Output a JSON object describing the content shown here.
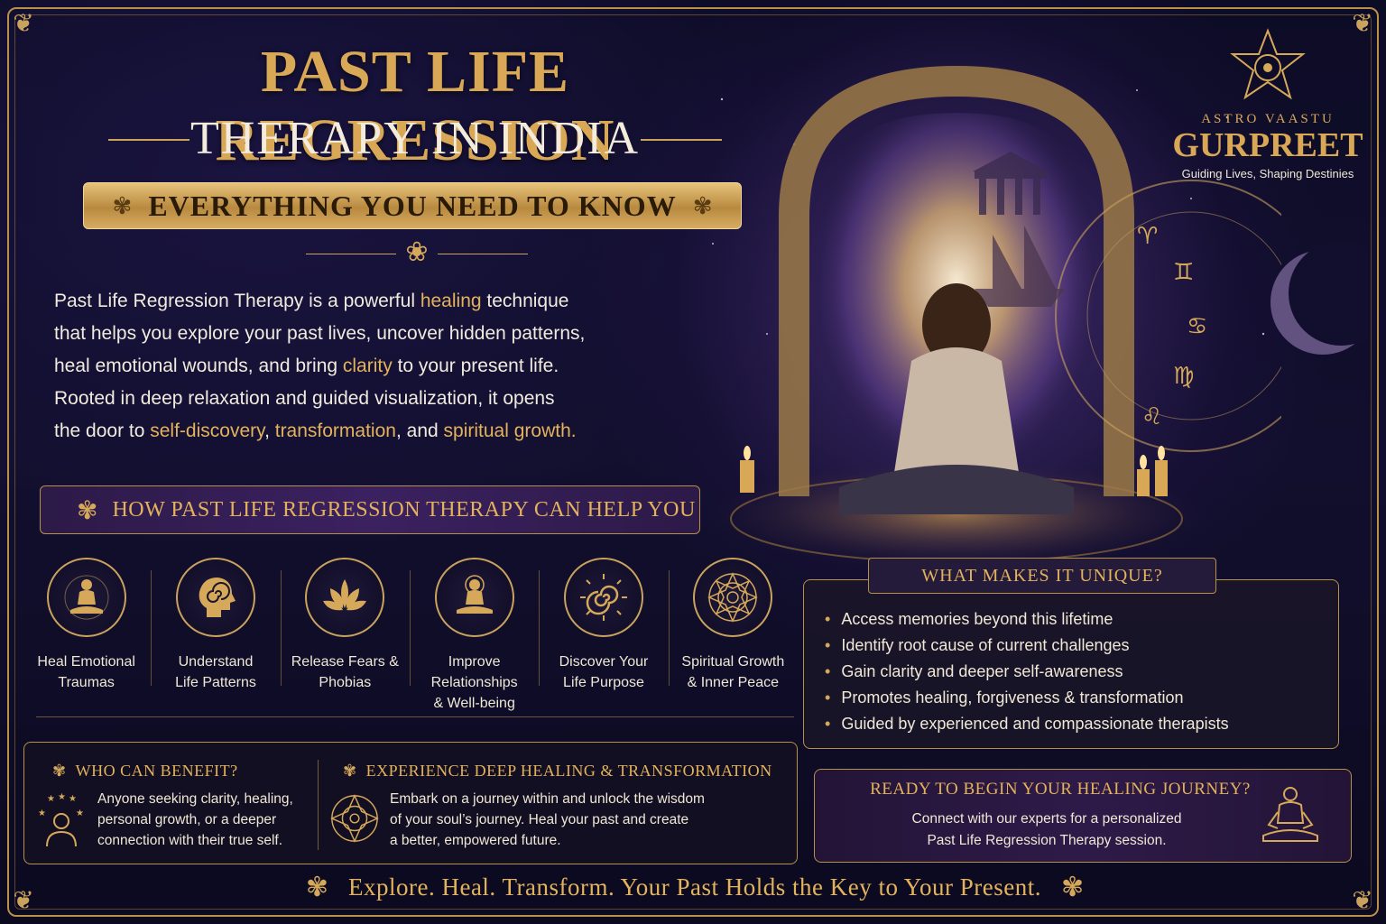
{
  "header": {
    "title_line1": "PAST LIFE REGRESSION",
    "title_line2": "THERAPY IN INDIA",
    "subtitle": "EVERYTHING YOU NEED TO KNOW"
  },
  "intro": {
    "line1_a": "Past Life Regression Therapy is a powerful ",
    "line1_hl": "healing",
    "line1_b": " technique",
    "line2": "that helps you explore your past lives, uncover hidden patterns,",
    "line3_a": "heal emotional wounds, and bring ",
    "line3_hl": "clarity",
    "line3_b": " to your present life.",
    "line4": "Rooted in deep relaxation and guided visualization, it opens",
    "line5_a": "the door to ",
    "line5_hl1": "self-discovery",
    "line5_c": ", ",
    "line5_hl2": "transformation",
    "line5_d": ", and ",
    "line5_hl3": "spiritual growth",
    "line5_e": "."
  },
  "logo": {
    "small": "ASTRO VAASTU",
    "big": "GURPREET",
    "tagline": "Guiding Lives, Shaping Destinies"
  },
  "how_section": {
    "title": "HOW PAST LIFE REGRESSION THERAPY CAN HELP YOU",
    "items": [
      {
        "line1": "Heal Emotional",
        "line2": "Traumas",
        "icon": "meditation-icon"
      },
      {
        "line1": "Understand",
        "line2": "Life Patterns",
        "icon": "head-spiral-icon"
      },
      {
        "line1": "Release Fears &",
        "line2": "Phobias",
        "icon": "lotus-icon"
      },
      {
        "line1": "Improve Relationships",
        "line2": "& Well-being",
        "icon": "meditation-aura-icon"
      },
      {
        "line1": "Discover Your",
        "line2": "Life Purpose",
        "icon": "sun-spiral-icon"
      },
      {
        "line1": "Spiritual Growth",
        "line2": "& Inner Peace",
        "icon": "mandala-icon"
      }
    ]
  },
  "unique": {
    "title": "WHAT MAKES IT UNIQUE?",
    "items": [
      "Access memories beyond this lifetime",
      "Identify root cause of current challenges",
      "Gain clarity and deeper self-awareness",
      "Promotes healing, forgiveness & transformation",
      "Guided by experienced and compassionate therapists"
    ]
  },
  "who": {
    "title": "WHO CAN BENEFIT?",
    "lines": [
      "Anyone seeking clarity, healing,",
      "personal growth, or a deeper",
      "connection with their true self."
    ]
  },
  "experience": {
    "title": "EXPERIENCE DEEP HEALING & TRANSFORMATION",
    "lines": [
      "Embark on a journey within and unlock the wisdom",
      "of your soul’s journey. Heal your past and create",
      "a better, empowered future."
    ]
  },
  "cta": {
    "title": "READY TO BEGIN YOUR HEALING JOURNEY?",
    "line1": "Connect with our experts for a personalized",
    "line2": "Past Life Regression Therapy session."
  },
  "footer": {
    "text": "Explore. Heal. Transform. Your Past Holds the Key to Your Present."
  },
  "colors": {
    "gold": "#d6a95a",
    "background": "#0d0c26",
    "purple_panel": "#2e1a48"
  }
}
